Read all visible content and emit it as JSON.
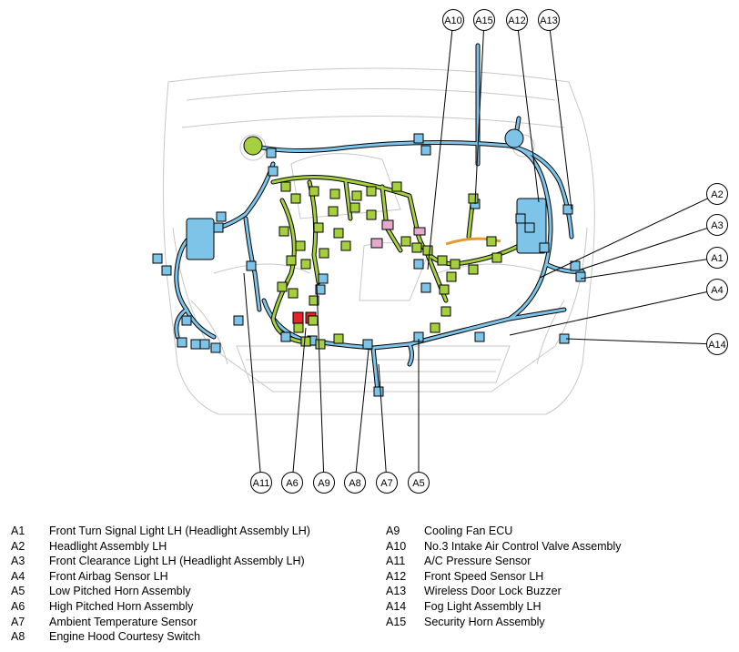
{
  "callouts": [
    {
      "code": "A10",
      "target": [
        470,
        296
      ]
    },
    {
      "code": "A15",
      "target": [
        522,
        224
      ]
    },
    {
      "code": "A12",
      "target": [
        592,
        222
      ]
    },
    {
      "code": "A13",
      "target": [
        628,
        230
      ]
    },
    {
      "code": "A2",
      "target": [
        593,
        305
      ]
    },
    {
      "code": "A3",
      "target": [
        638,
        296
      ]
    },
    {
      "code": "A1",
      "target": [
        638,
        306
      ]
    },
    {
      "code": "A4",
      "target": [
        560,
        368
      ]
    },
    {
      "code": "A14",
      "target": [
        622,
        372
      ]
    },
    {
      "code": "A11",
      "target": [
        268,
        300
      ]
    },
    {
      "code": "A6",
      "target": [
        336,
        360
      ]
    },
    {
      "code": "A9",
      "target": [
        348,
        312
      ]
    },
    {
      "code": "A8",
      "target": [
        405,
        384
      ]
    },
    {
      "code": "A7",
      "target": [
        416,
        400
      ]
    },
    {
      "code": "A5",
      "target": [
        460,
        372
      ]
    }
  ],
  "legend": {
    "left": [
      {
        "code": "A1",
        "name": "Front Turn Signal Light LH (Headlight Assembly LH)"
      },
      {
        "code": "A2",
        "name": "Headlight Assembly LH"
      },
      {
        "code": "A3",
        "name": "Front Clearance Light LH (Headlight Assembly LH)"
      },
      {
        "code": "A4",
        "name": "Front Airbag Sensor LH"
      },
      {
        "code": "A5",
        "name": "Low Pitched Horn Assembly"
      },
      {
        "code": "A6",
        "name": "High Pitched Horn Assembly"
      },
      {
        "code": "A7",
        "name": "Ambient Temperature Sensor"
      },
      {
        "code": "A8",
        "name": "Engine Hood Courtesy Switch"
      }
    ],
    "right": [
      {
        "code": "A9",
        "name": "Cooling Fan ECU"
      },
      {
        "code": "A10",
        "name": "No.3 Intake Air Control Valve Assembly"
      },
      {
        "code": "A11",
        "name": "A/C Pressure Sensor"
      },
      {
        "code": "A12",
        "name": "Front Speed Sensor LH"
      },
      {
        "code": "A13",
        "name": "Wireless Door Lock Buzzer"
      },
      {
        "code": "A14",
        "name": "Fog Light Assembly LH"
      },
      {
        "code": "A15",
        "name": "Security Horn Assembly"
      }
    ]
  },
  "colors": {
    "body_harness": "#7dc4e8",
    "engine_harness": "#a6cf3e",
    "connector_red": "#e8212a",
    "connector_pink": "#e3a9cf",
    "connector_orange": "#e59a2c",
    "outline": "#000000"
  }
}
